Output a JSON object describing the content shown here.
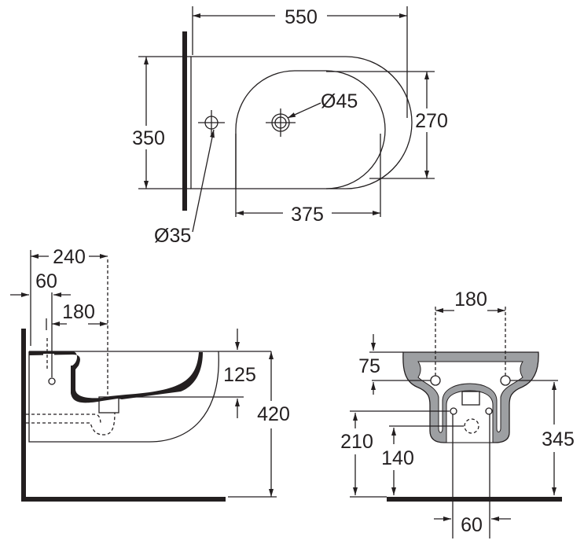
{
  "colors": {
    "ink": "#231f20",
    "fill": "#9d9fa2"
  },
  "top_view": {
    "width_label": "550",
    "depth_label": "350",
    "basin_depth_label": "270",
    "basin_length_label": "375",
    "tap_hole_label": "Ø45",
    "fixing_hole_label": "Ø35"
  },
  "side_view": {
    "distance_240": "240",
    "distance_60": "60",
    "distance_180": "180",
    "basin_depth_125": "125",
    "height_420": "420"
  },
  "front_view": {
    "fixing_spacing_180": "180",
    "offset_75": "75",
    "height_210": "210",
    "height_140": "140",
    "height_345": "345",
    "supply_spacing_60": "60"
  }
}
